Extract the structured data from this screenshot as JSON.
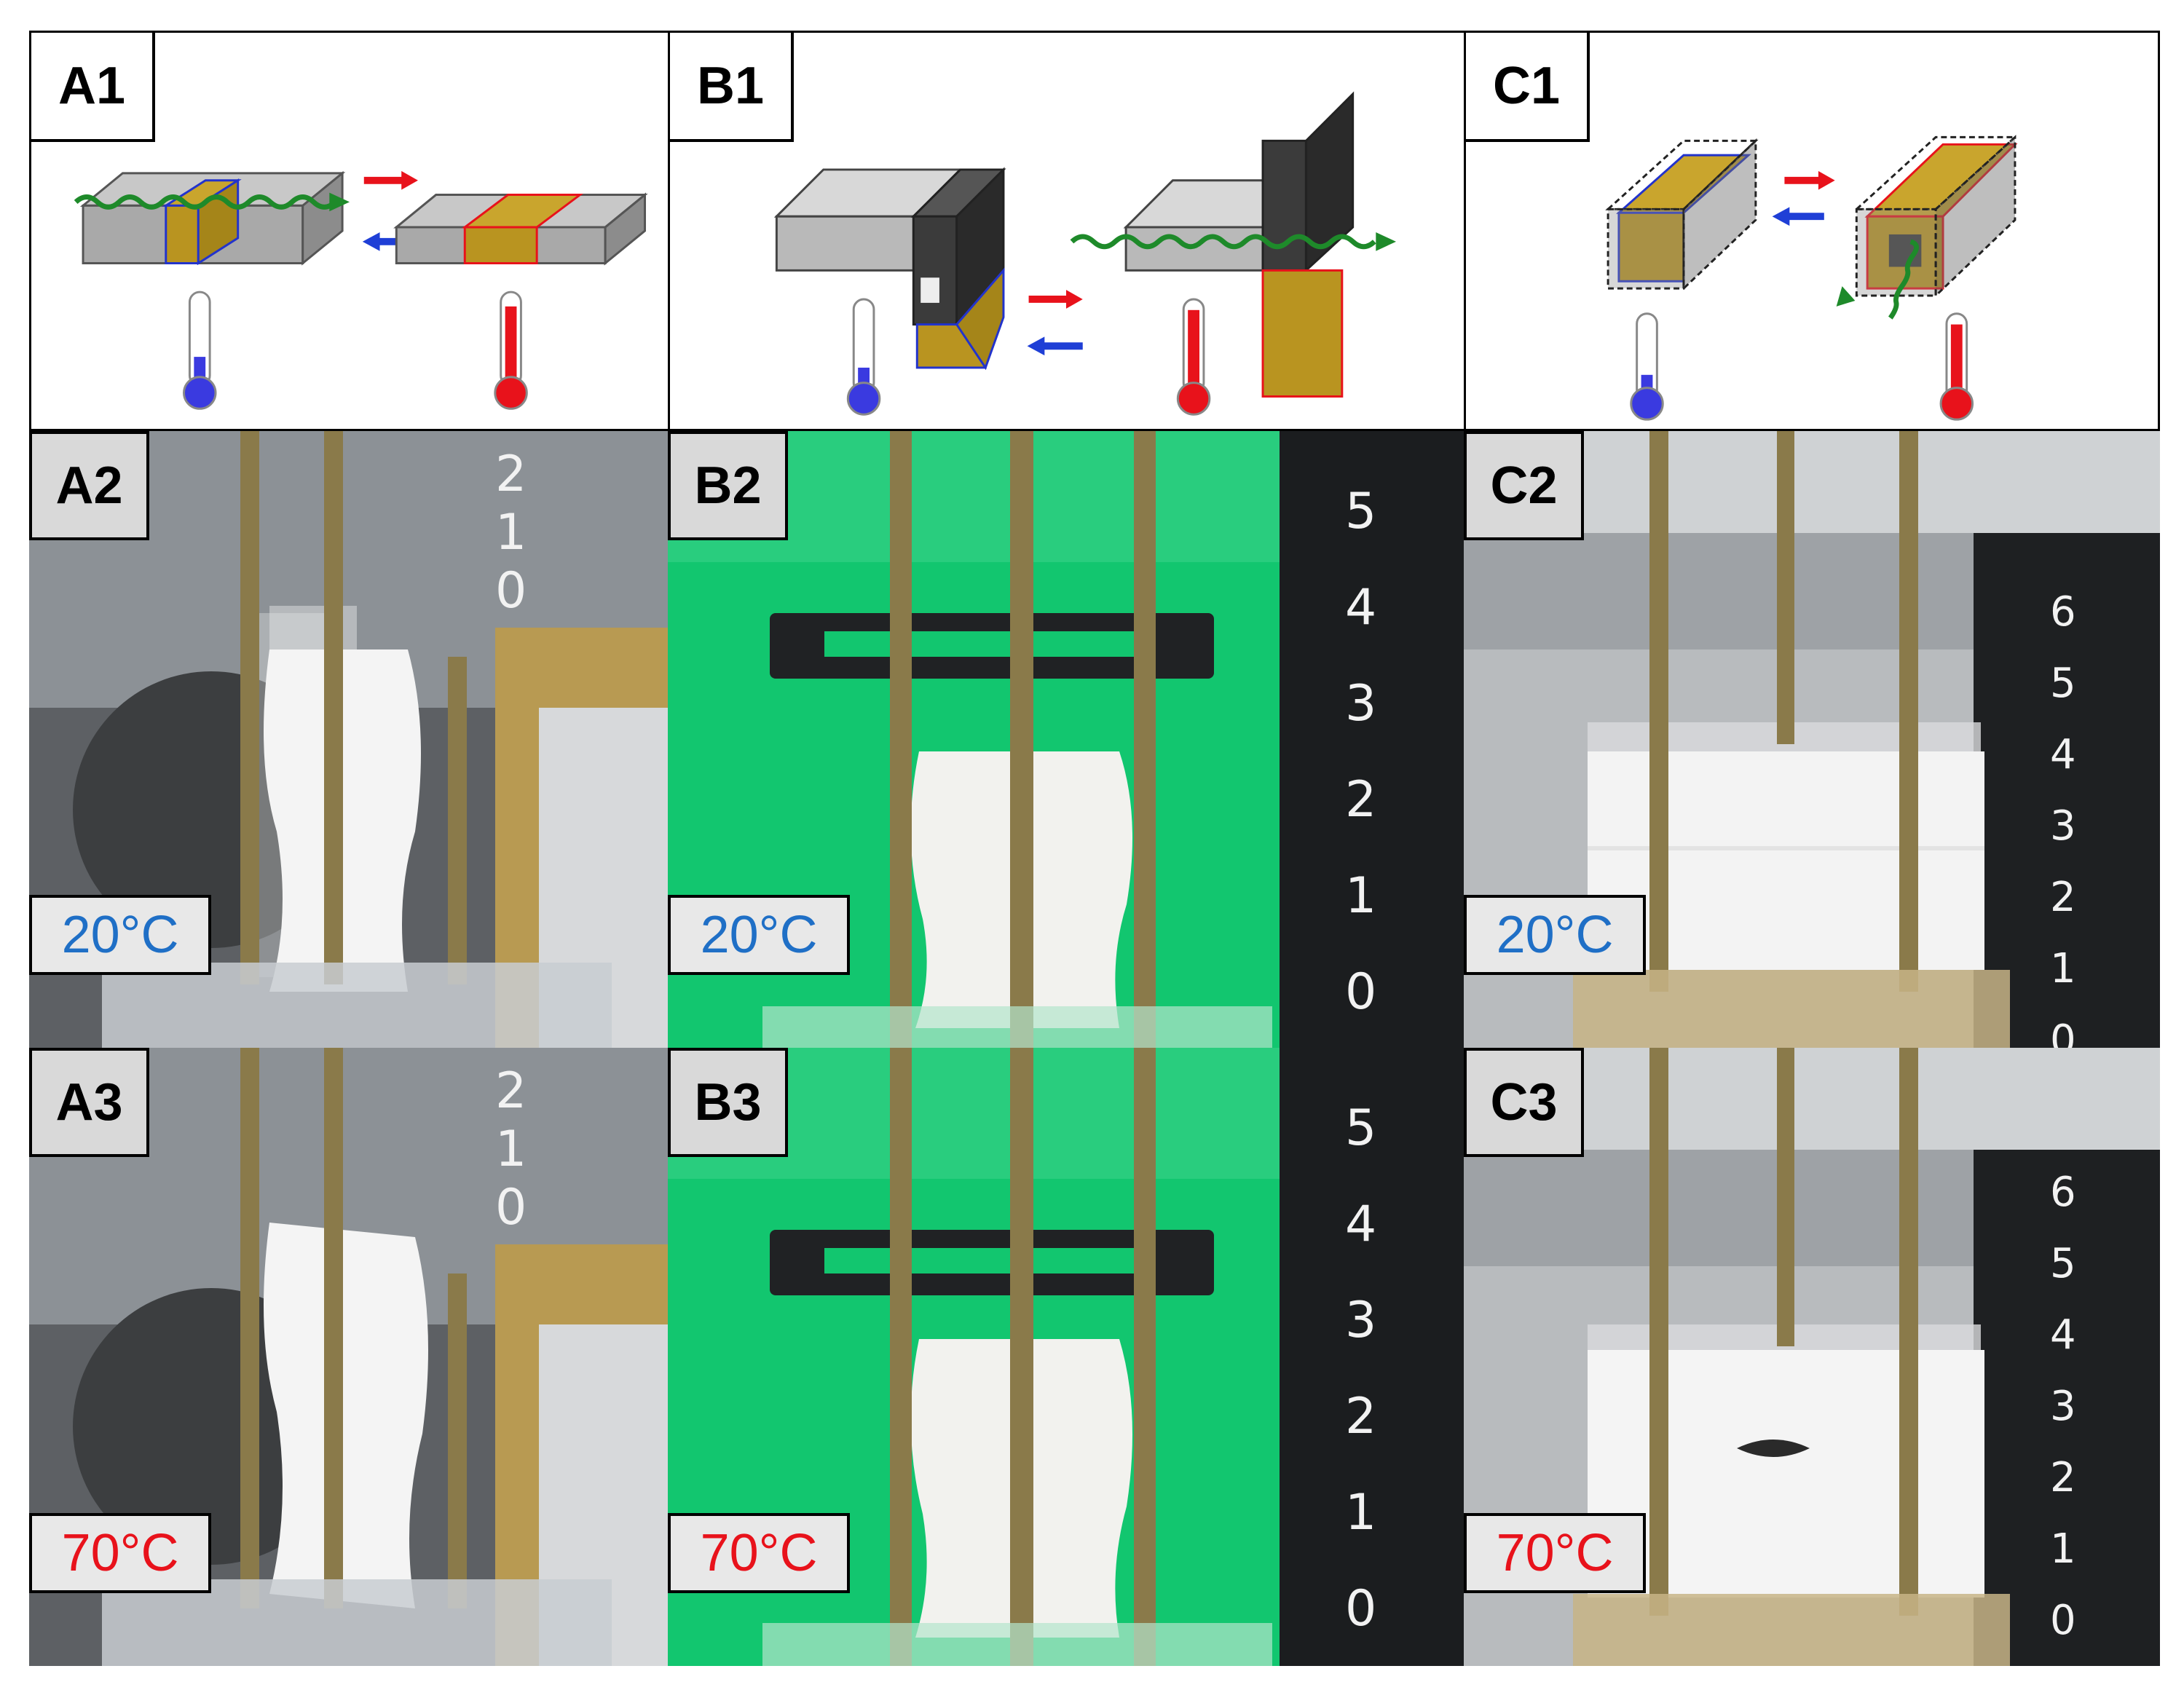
{
  "panels": {
    "a1": "A1",
    "b1": "B1",
    "c1": "C1",
    "a2": "A2",
    "b2": "B2",
    "c2": "C2",
    "a3": "A3",
    "b3": "B3",
    "c3": "C3"
  },
  "temperatures": {
    "cold": "20°C",
    "hot": "70°C"
  },
  "colors": {
    "cold": "#1f6fc6",
    "hot": "#e8121b",
    "photo_bg_a": "#5a5d60",
    "photo_bg_b": "#10c46e",
    "photo_bg_c": "#b9bcbf",
    "foam": "#f4f4f4",
    "rod": "#8a7a4a"
  },
  "scales": {
    "a": [
      "2",
      "1",
      "0"
    ],
    "b": [
      "5",
      "4",
      "3",
      "2",
      "1",
      "0"
    ],
    "c": [
      "6",
      "5",
      "4",
      "3",
      "2",
      "1",
      "0"
    ]
  },
  "icons": [
    "thermometer-cold-icon",
    "thermometer-hot-icon",
    "arrow-right-red-icon",
    "arrow-left-blue-icon",
    "wave-arrow-green-icon"
  ]
}
